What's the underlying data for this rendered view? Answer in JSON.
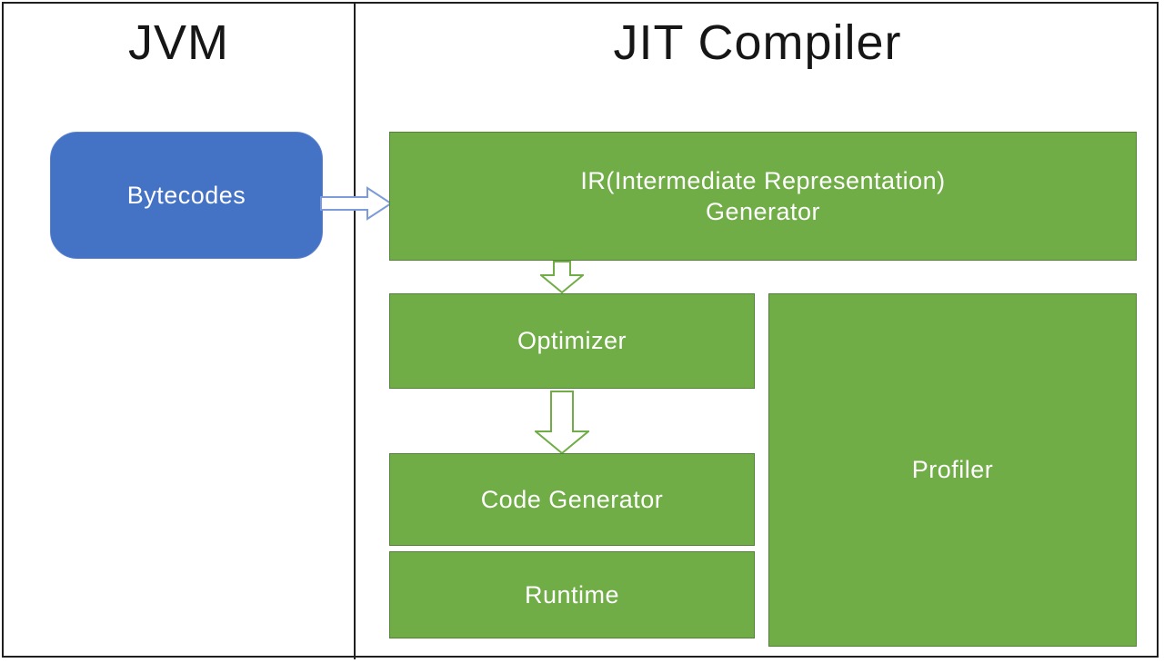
{
  "diagram": {
    "panels": {
      "jvm": {
        "title": "JVM"
      },
      "jit": {
        "title": "JIT Compiler"
      }
    },
    "nodes": {
      "bytecodes": {
        "label": "Bytecodes",
        "fill": "#4472C4",
        "text_color": "#ffffff",
        "shape": "rounded-rectangle"
      },
      "ir_generator": {
        "label_line1": "IR(Intermediate Representation)",
        "label_line2": "Generator",
        "fill": "#70AD47",
        "text_color": "#ffffff",
        "shape": "rectangle"
      },
      "optimizer": {
        "label": "Optimizer",
        "fill": "#70AD47",
        "text_color": "#ffffff",
        "shape": "rectangle"
      },
      "code_generator": {
        "label": "Code Generator",
        "fill": "#70AD47",
        "text_color": "#ffffff",
        "shape": "rectangle"
      },
      "runtime": {
        "label": "Runtime",
        "fill": "#70AD47",
        "text_color": "#ffffff",
        "shape": "rectangle"
      },
      "profiler": {
        "label": "Profiler",
        "fill": "#70AD47",
        "text_color": "#ffffff",
        "shape": "rectangle"
      }
    },
    "edges": [
      {
        "from": "bytecodes",
        "to": "ir_generator",
        "direction": "right",
        "style": "outlined-block-arrow",
        "outline_color": "#7d9bd8"
      },
      {
        "from": "ir_generator",
        "to": "optimizer",
        "direction": "down",
        "style": "outlined-block-arrow",
        "outline_color": "#70AD47"
      },
      {
        "from": "optimizer",
        "to": "code_generator",
        "direction": "down",
        "style": "outlined-block-arrow",
        "outline_color": "#70AD47"
      }
    ],
    "colors": {
      "frame_border": "#1f1f1f",
      "divider": "#1f1f1f",
      "green_fill": "#70AD47",
      "green_border": "#538135",
      "blue_fill": "#4472C4",
      "background": "#ffffff",
      "title_text": "#161616"
    }
  }
}
